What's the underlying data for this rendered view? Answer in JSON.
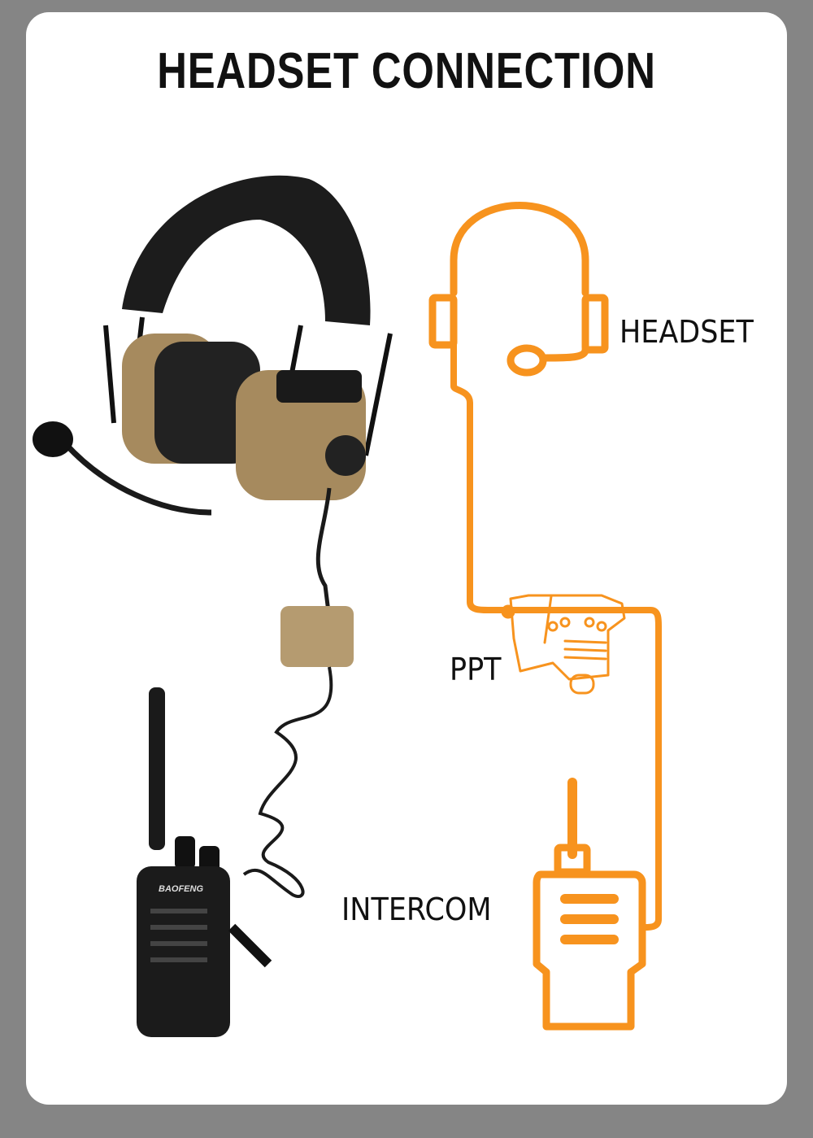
{
  "title": "HEADSET CONNECTION",
  "labels": {
    "headset": "HEADSET",
    "ppt": "PPT",
    "intercom": "INTERCOM"
  },
  "radio_brand": "BAOFENG",
  "colors": {
    "accent": "#f7931e",
    "background": "#858585",
    "card": "#ffffff",
    "headset_tan": "#a68a5e"
  }
}
